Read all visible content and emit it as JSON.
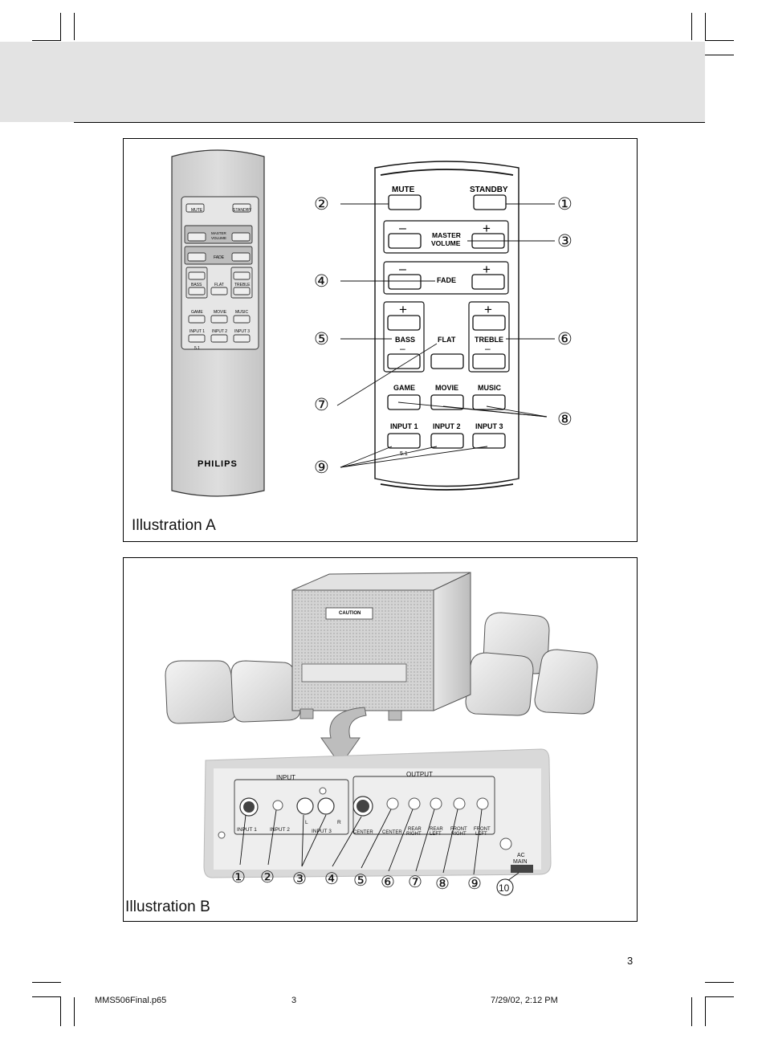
{
  "illustration_a": {
    "label": "Illustration A",
    "remote_small": {
      "brand": "PHILIPS",
      "labels": {
        "mute": "MUTE",
        "standby": "STANDBY",
        "master": "MASTER",
        "volume": "VOLUME",
        "fade": "FADE",
        "bass": "BASS",
        "flat": "FLAT",
        "treble": "TREBLE",
        "game": "GAME",
        "movie": "MOVIE",
        "music": "MUSIC",
        "input1": "INPUT 1",
        "input2": "INPUT 2",
        "input3": "INPUT 3",
        "five_one": "5.1"
      }
    },
    "remote_large": {
      "labels": {
        "mute": "MUTE",
        "standby": "STANDBY",
        "master": "MASTER",
        "volume": "VOLUME",
        "fade": "FADE",
        "bass": "BASS",
        "flat": "FLAT",
        "treble": "TREBLE",
        "game": "GAME",
        "movie": "MOVIE",
        "music": "MUSIC",
        "input1": "INPUT 1",
        "input2": "INPUT 2",
        "input3": "INPUT 3",
        "five_one": "5.1",
        "plus": "+",
        "minus": "–"
      }
    },
    "callouts": {
      "c1": "①",
      "c2": "②",
      "c3": "③",
      "c4": "④",
      "c5": "⑤",
      "c6": "⑥",
      "c7": "⑦",
      "c8": "⑧",
      "c9": "⑨"
    }
  },
  "illustration_b": {
    "label": "Illustration B",
    "caution": "CAUTION",
    "panel": {
      "input_title": "INPUT",
      "output_title": "OUTPUT",
      "input1": "INPUT 1",
      "input2": "INPUT 2",
      "input3": "INPUT 3",
      "l": "L",
      "r": "R",
      "center_din": "CENTER",
      "center": "CENTER",
      "rear_right_1": "REAR",
      "rear_right_2": "RIGHT",
      "rear_left_1": "REAR",
      "rear_left_2": "LEFT",
      "front_right_1": "FRONT",
      "front_right_2": "RIGHT",
      "front_left_1": "FRONT",
      "front_left_2": "LEFT",
      "ac": "AC",
      "main": "MAIN"
    },
    "callouts": {
      "c1": "①",
      "c2": "②",
      "c3": "③",
      "c4": "④",
      "c5": "⑤",
      "c6": "⑥",
      "c7": "⑦",
      "c8": "⑧",
      "c9": "⑨",
      "c10": "10"
    }
  },
  "page_number": "3",
  "footer": {
    "file": "MMS506Final.p65",
    "page": "3",
    "date": "7/29/02, 2:12 PM"
  }
}
